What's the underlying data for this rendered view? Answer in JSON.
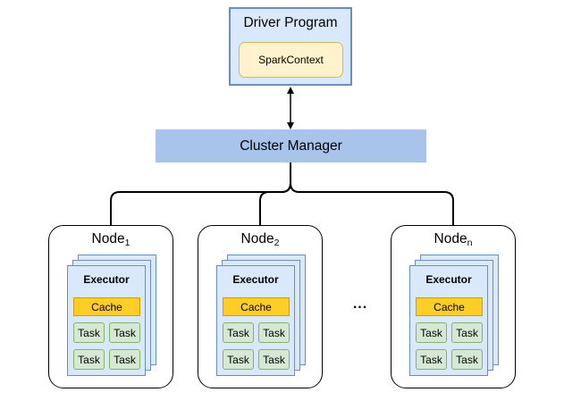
{
  "driver": {
    "title": "Driver Program",
    "context": "SparkContext"
  },
  "cluster_manager": {
    "label": "Cluster Manager"
  },
  "nodes": [
    {
      "name": "Node",
      "subscript": "1",
      "executor": "Executor",
      "cache": "Cache",
      "tasks": [
        "Task",
        "Task",
        "Task",
        "Task"
      ]
    },
    {
      "name": "Node",
      "subscript": "2",
      "executor": "Executor",
      "cache": "Cache",
      "tasks": [
        "Task",
        "Task",
        "Task",
        "Task"
      ]
    },
    {
      "name": "Node",
      "subscript": "n",
      "executor": "Executor",
      "cache": "Cache",
      "tasks": [
        "Task",
        "Task",
        "Task",
        "Task"
      ]
    }
  ],
  "ellipsis": "...",
  "colors": {
    "executor_fill": "#dae8fc",
    "executor_border": "#6c8ebf",
    "cache_fill": "#ffcd28",
    "task_fill": "#d5e8d4",
    "task_border": "#82b366",
    "cluster_fill": "#a9c4eb",
    "context_fill": "#fff2cc"
  }
}
